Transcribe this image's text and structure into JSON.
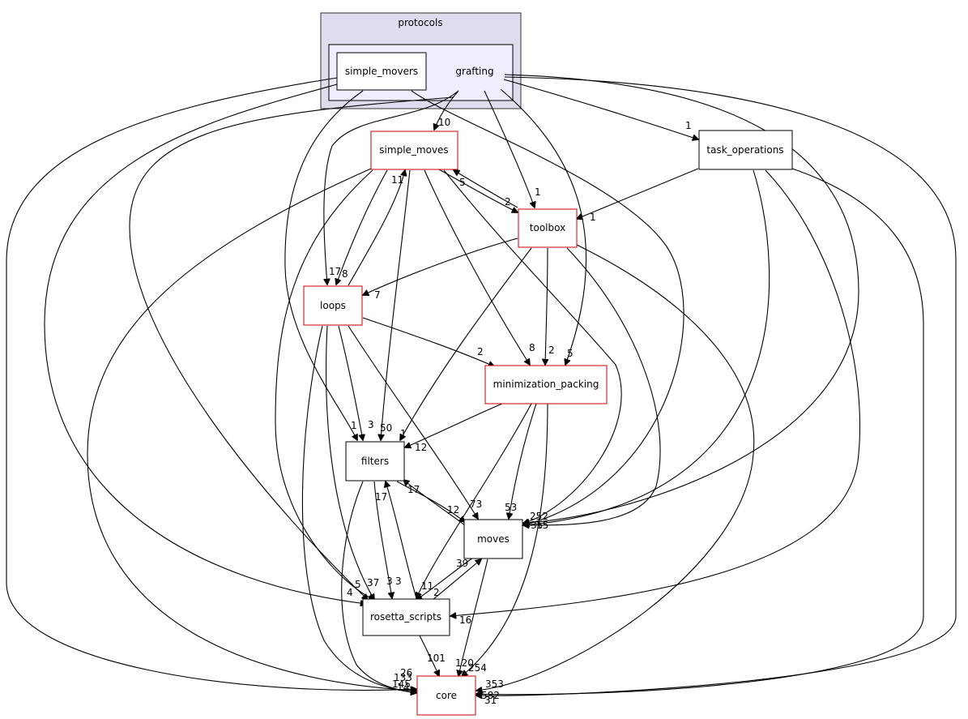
{
  "graph": {
    "cluster_outer_label": "protocols",
    "cluster_inner_label": "grafting",
    "nodes": {
      "simple_movers": "simple_movers",
      "simple_moves": "simple_moves",
      "task_operations": "task_operations",
      "toolbox": "toolbox",
      "loops": "loops",
      "minimization_packing": "minimization_packing",
      "filters": "filters",
      "moves": "moves",
      "rosetta_scripts": "rosetta_scripts",
      "core": "core"
    },
    "edge_labels": {
      "gr_simple_moves": "10",
      "gr_task_operations": "1",
      "gr_toolbox": "1",
      "to_toolbox": "1",
      "sm_toolbox": "2",
      "toolbox_sm": "5",
      "loops_sm": "11",
      "sm_loops": "8",
      "gr_loops": "17",
      "toolbox_loops": "7",
      "loops_min": "2",
      "sm_min": "8",
      "toolbox_min": "2",
      "gr_min": "5",
      "min_filters": "12",
      "toolbox_filters": "1",
      "sm_filters": "50",
      "loops_filters": "3",
      "smv_filters": "1",
      "moves_filters": "17",
      "filters_moves": "12",
      "loops_moves": "73",
      "min_moves": "53",
      "moves_extra_a": "252",
      "moves_extra_b": "35",
      "moves_extra_c": "15",
      "filters_rs": "17",
      "rs_filters": "3",
      "loops_rs": "37",
      "loops_rs2": "3",
      "sm_rs": "5",
      "smv_rs": "4",
      "moves_rs": "39",
      "rs_moves": "2",
      "min_rs": "11",
      "task_rs": "16",
      "rs_core": "101",
      "moves_core": "120",
      "min_core": "254",
      "toolbox_core": "353",
      "core_left_a": "26",
      "core_left_b": "133",
      "core_left_c": "145",
      "core_left_d": "14",
      "core_right_a": "582",
      "core_right_b": "31"
    }
  }
}
